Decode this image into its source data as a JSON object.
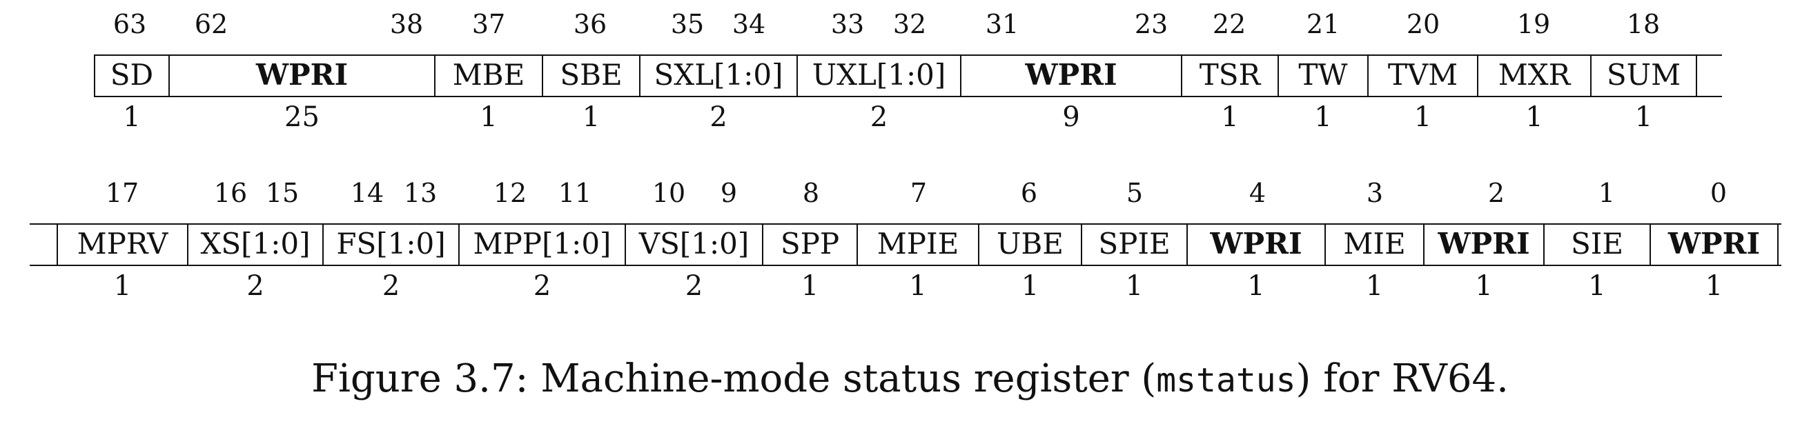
{
  "row1": {
    "bit_numbers": [
      "63",
      "62",
      "38",
      "37",
      "36",
      "35",
      "34",
      "33",
      "32",
      "31",
      "23",
      "22",
      "21",
      "20",
      "19",
      "18"
    ],
    "fields": [
      {
        "name": "SD",
        "width": "1",
        "bold": false
      },
      {
        "name": "WPRI",
        "width": "25",
        "bold": true
      },
      {
        "name": "MBE",
        "width": "1",
        "bold": false
      },
      {
        "name": "SBE",
        "width": "1",
        "bold": false
      },
      {
        "name": "SXL[1:0]",
        "width": "2",
        "bold": false
      },
      {
        "name": "UXL[1:0]",
        "width": "2",
        "bold": false
      },
      {
        "name": "WPRI",
        "width": "9",
        "bold": true
      },
      {
        "name": "TSR",
        "width": "1",
        "bold": false
      },
      {
        "name": "TW",
        "width": "1",
        "bold": false
      },
      {
        "name": "TVM",
        "width": "1",
        "bold": false
      },
      {
        "name": "MXR",
        "width": "1",
        "bold": false
      },
      {
        "name": "SUM",
        "width": "1",
        "bold": false
      }
    ]
  },
  "row2": {
    "bit_numbers": [
      "17",
      "16",
      "15",
      "14",
      "13",
      "12",
      "11",
      "10",
      "9",
      "8",
      "7",
      "6",
      "5",
      "4",
      "3",
      "2",
      "1",
      "0"
    ],
    "fields": [
      {
        "name": "MPRV",
        "width": "1",
        "bold": false
      },
      {
        "name": "XS[1:0]",
        "width": "2",
        "bold": false
      },
      {
        "name": "FS[1:0]",
        "width": "2",
        "bold": false
      },
      {
        "name": "MPP[1:0]",
        "width": "2",
        "bold": false
      },
      {
        "name": "VS[1:0]",
        "width": "2",
        "bold": false
      },
      {
        "name": "SPP",
        "width": "1",
        "bold": false
      },
      {
        "name": "MPIE",
        "width": "1",
        "bold": false
      },
      {
        "name": "UBE",
        "width": "1",
        "bold": false
      },
      {
        "name": "SPIE",
        "width": "1",
        "bold": false
      },
      {
        "name": "WPRI",
        "width": "1",
        "bold": true
      },
      {
        "name": "MIE",
        "width": "1",
        "bold": false
      },
      {
        "name": "WPRI",
        "width": "1",
        "bold": true
      },
      {
        "name": "SIE",
        "width": "1",
        "bold": false
      },
      {
        "name": "WPRI",
        "width": "1",
        "bold": true
      }
    ]
  },
  "caption": {
    "prefix": "Figure 3.7: Machine-mode status register (",
    "code": "mstatus",
    "suffix": ") for RV64."
  }
}
